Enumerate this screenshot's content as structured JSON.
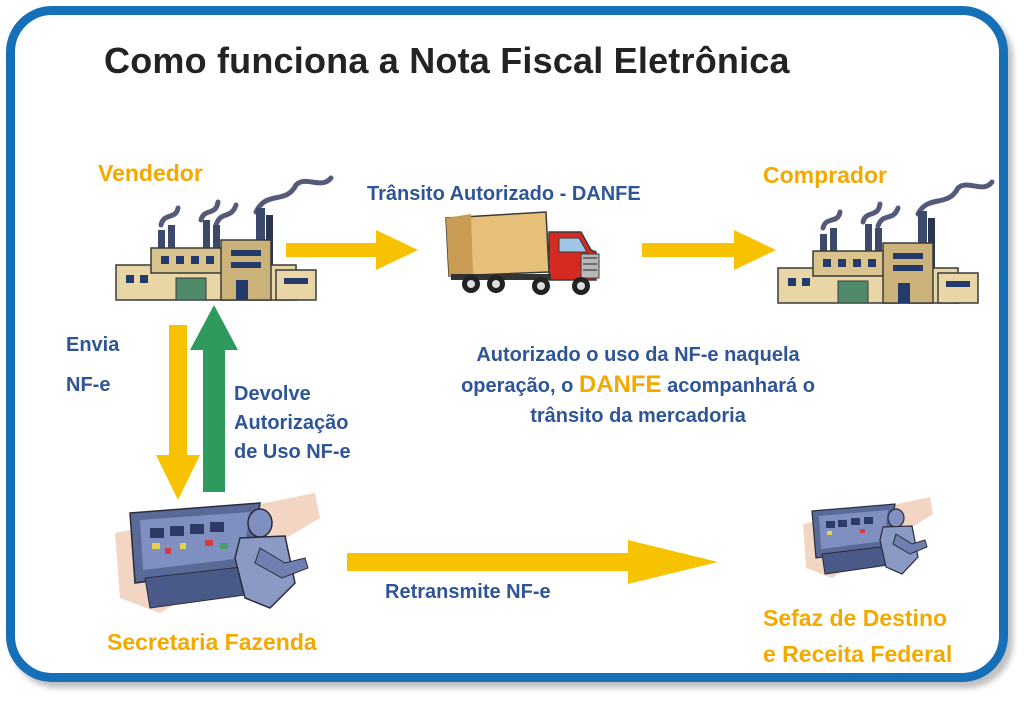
{
  "title": "Como funciona a Nota Fiscal Eletrônica",
  "nodes": {
    "vendedor": "Vendedor",
    "comprador": "Comprador",
    "secretaria": "Secretaria Fazenda",
    "sefaz_line1": "Sefaz de Destino",
    "sefaz_line2": "e Receita Federal"
  },
  "edges": {
    "transito": "Trânsito Autorizado - DANFE",
    "envia_line1": "Envia",
    "envia_line2": "NF-e",
    "devolve_line1": "Devolve",
    "devolve_line2": "Autorização",
    "devolve_line3": "de Uso NF-e",
    "retransmite": "Retransmite NF-e"
  },
  "note": {
    "line1": "Autorizado o uso da NF-e naquela",
    "line2_pre": "operação, o ",
    "line2_hl": "DANFE",
    "line2_post": " acompanhará o",
    "line3": "trânsito da mercadoria"
  },
  "colors": {
    "border": "#1570b8",
    "arrow_yellow": "#f7c200",
    "arrow_green": "#2e9a5e",
    "label_yellow": "#f2a900",
    "label_blue": "#2f5597"
  },
  "icons": {
    "vendedor": "factory-icon",
    "comprador": "factory-icon",
    "transit": "truck-icon",
    "secretaria": "computer-operator-icon",
    "sefaz": "computer-operator-icon"
  }
}
